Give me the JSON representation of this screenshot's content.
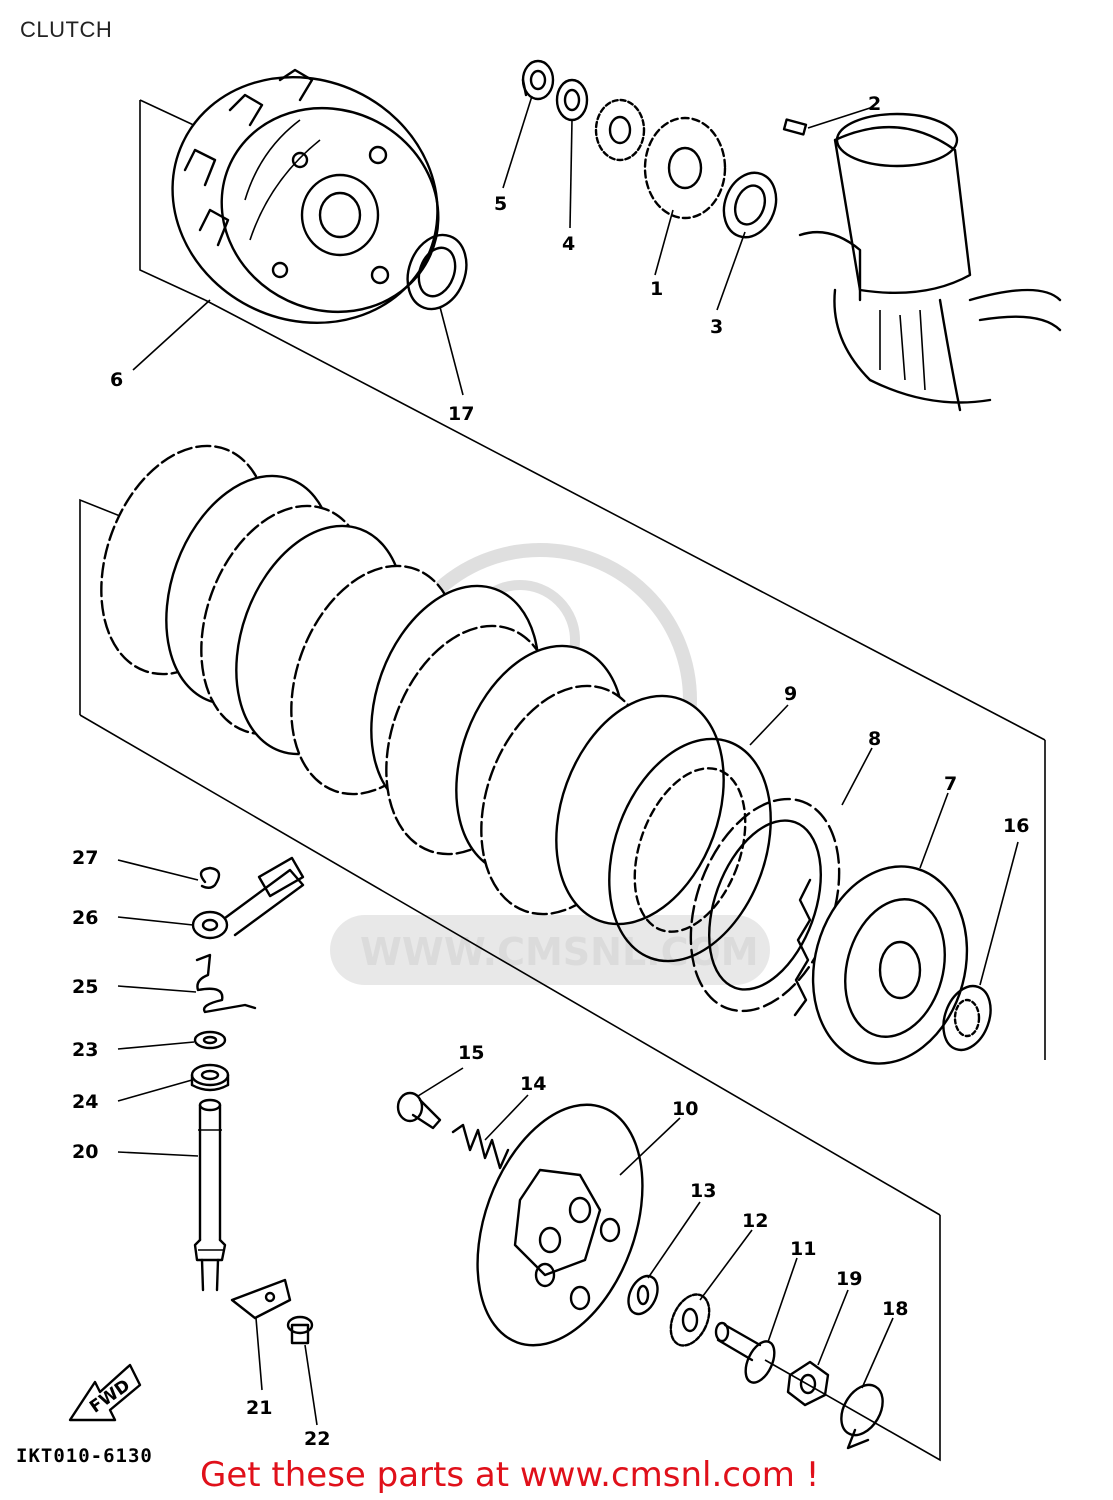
{
  "header": {
    "title": "CLUTCH"
  },
  "diagram": {
    "doc_id": "IKT010-6130",
    "direction_label": "FWD",
    "watermark_text": "WWW.CMSNL.COM",
    "callouts": [
      "1",
      "2",
      "3",
      "4",
      "5",
      "6",
      "7",
      "8",
      "9",
      "10",
      "11",
      "12",
      "13",
      "14",
      "15",
      "16",
      "17",
      "18",
      "19",
      "20",
      "21",
      "22",
      "23",
      "24",
      "25",
      "26",
      "27"
    ]
  },
  "footer": {
    "promo_text": "Get these parts at www.cmsnl.com !",
    "promo_color": "#e0101a"
  }
}
